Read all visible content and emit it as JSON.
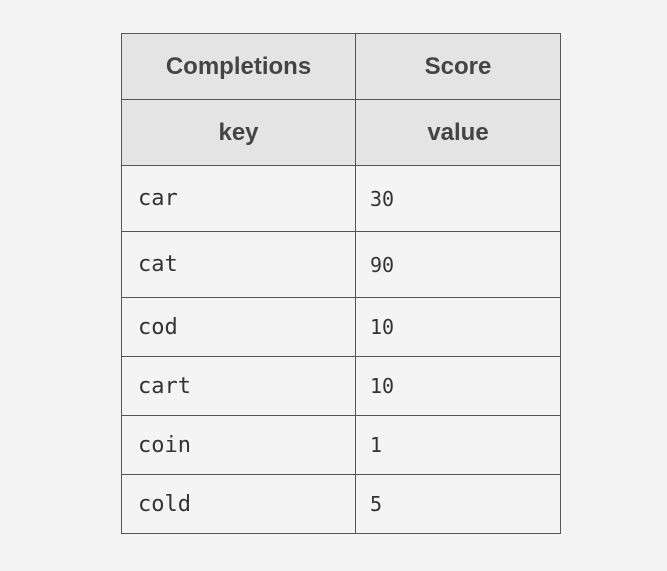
{
  "table": {
    "title_headers": [
      "Completions",
      "Score"
    ],
    "column_headers": [
      "key",
      "value"
    ],
    "rows": [
      {
        "key": "car",
        "value": "30"
      },
      {
        "key": "cat",
        "value": "90"
      },
      {
        "key": "cod",
        "value": "10"
      },
      {
        "key": "cart",
        "value": "10"
      },
      {
        "key": "coin",
        "value": "1"
      },
      {
        "key": "cold",
        "value": "5"
      }
    ]
  }
}
